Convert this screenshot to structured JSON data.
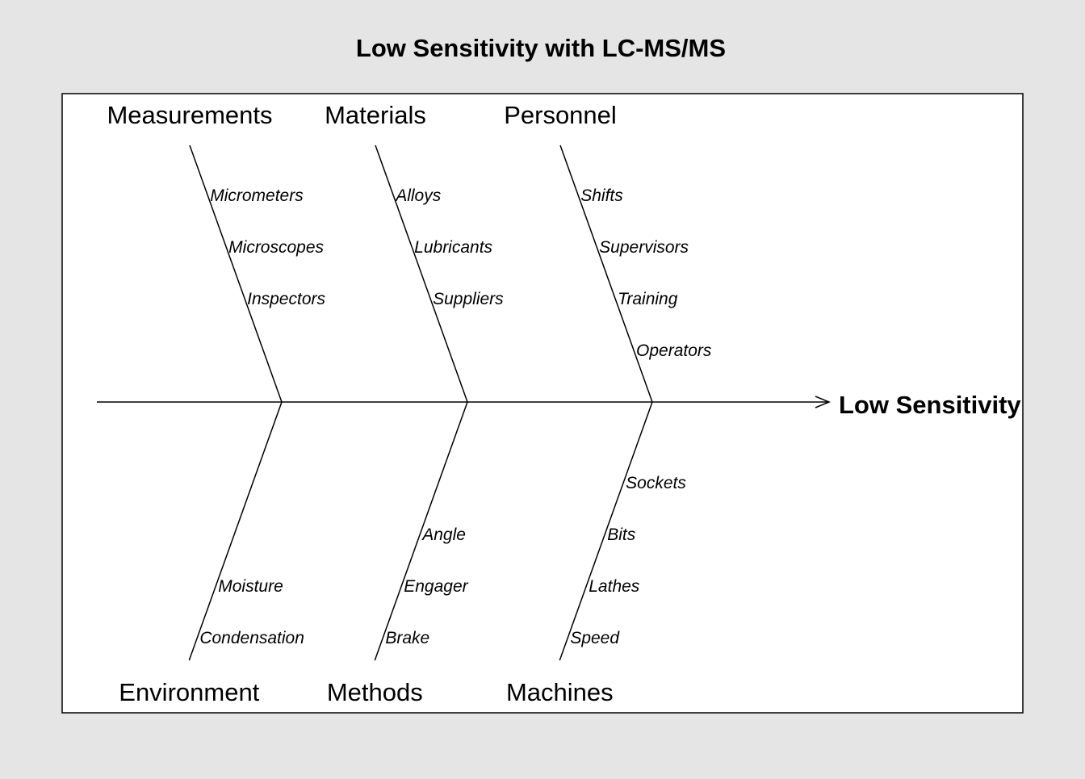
{
  "title": "Low Sensitivity with LC-MS/MS",
  "effect": "Low Sensitivity",
  "colors": {
    "background": "#e5e5e5",
    "panel": "#ffffff",
    "ink": "#000000"
  },
  "top_branches": [
    {
      "name": "Measurements",
      "causes": [
        "Micrometers",
        "Microscopes",
        "Inspectors"
      ]
    },
    {
      "name": "Materials",
      "causes": [
        "Alloys",
        "Lubricants",
        "Suppliers"
      ]
    },
    {
      "name": "Personnel",
      "causes": [
        "Shifts",
        "Supervisors",
        "Training",
        "Operators"
      ]
    }
  ],
  "bottom_branches": [
    {
      "name": "Environment",
      "causes": [
        "Moisture",
        "Condensation"
      ]
    },
    {
      "name": "Methods",
      "causes": [
        "Angle",
        "Engager",
        "Brake"
      ]
    },
    {
      "name": "Machines",
      "causes": [
        "Sockets",
        "Bits",
        "Lathes",
        "Speed"
      ]
    }
  ]
}
